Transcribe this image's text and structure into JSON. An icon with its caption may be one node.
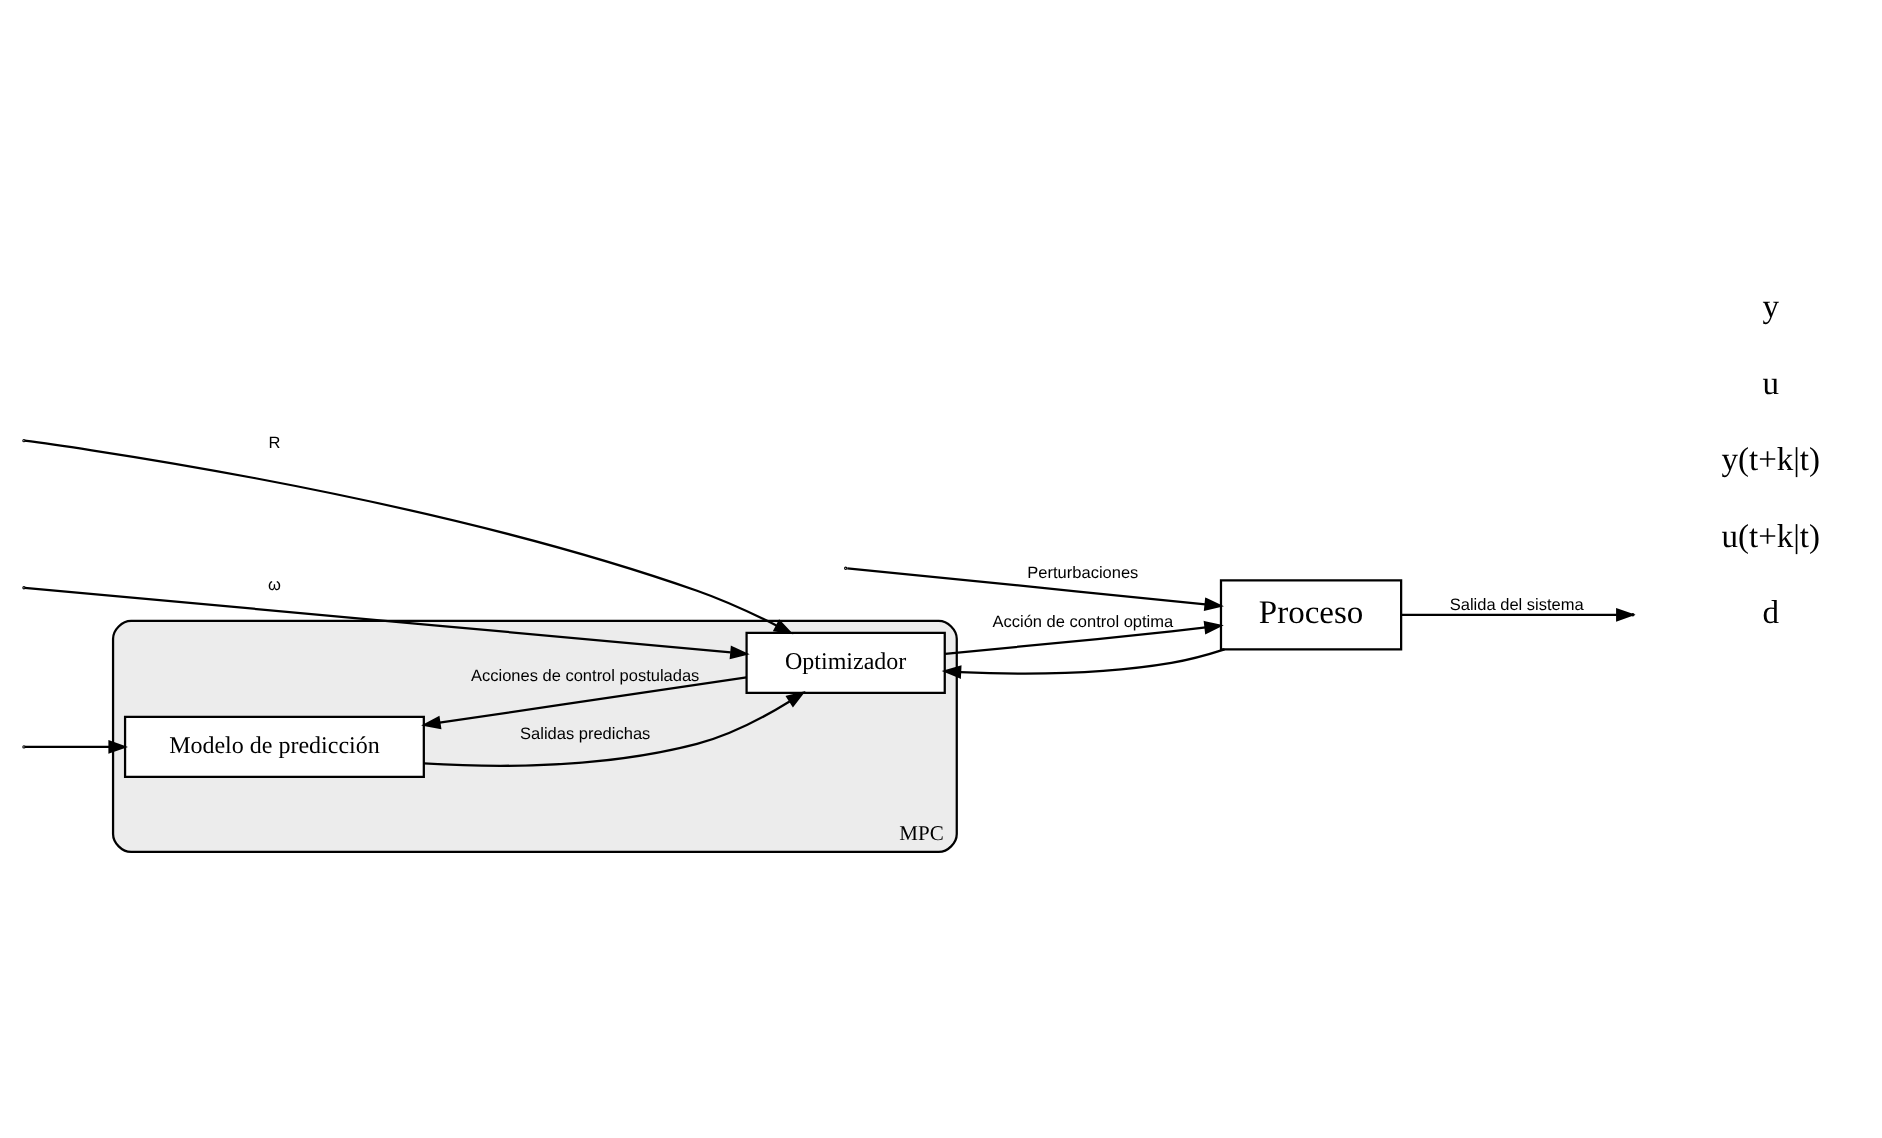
{
  "diagram": {
    "nodes": [
      {
        "text": [
          "MPC"
        ]
      },
      {
        "text": [
          "Modelo de predicción"
        ],
        "in": 0
      },
      {
        "text": [
          "Optimizador"
        ],
        "in": 0
      },
      {
        "text": [
          "Proceso"
        ]
      }
    ],
    "edges": [
      {
        "from": null,
        "to": 2,
        "arrow": "to",
        "label": "R"
      },
      {
        "from": null,
        "to": 2,
        "arrow": "to",
        "label": "ω"
      },
      {
        "from": 2,
        "to": 1,
        "arrow": "to",
        "label": "Acciones de control postuladas"
      },
      {
        "from": 1,
        "to": 2,
        "arrow": "to",
        "label": "Salidas predichas"
      },
      {
        "from": 2,
        "to": 3,
        "arrow": "to",
        "label": "Acción de control optima"
      },
      {
        "from": null,
        "to": 3,
        "arrow": "to",
        "label": "Perturbaciones"
      },
      {
        "from": null,
        "to": 1,
        "arrow": "to"
      },
      {
        "from": 3,
        "to": null,
        "arrow": "to",
        "label": "Salida del sistema"
      },
      {
        "from": 3,
        "to": 2,
        "arrow": "to"
      }
    ],
    "labels": [
      "d",
      "u(t+k|t)",
      "y(t+k|t)",
      "u",
      "y"
    ]
  }
}
